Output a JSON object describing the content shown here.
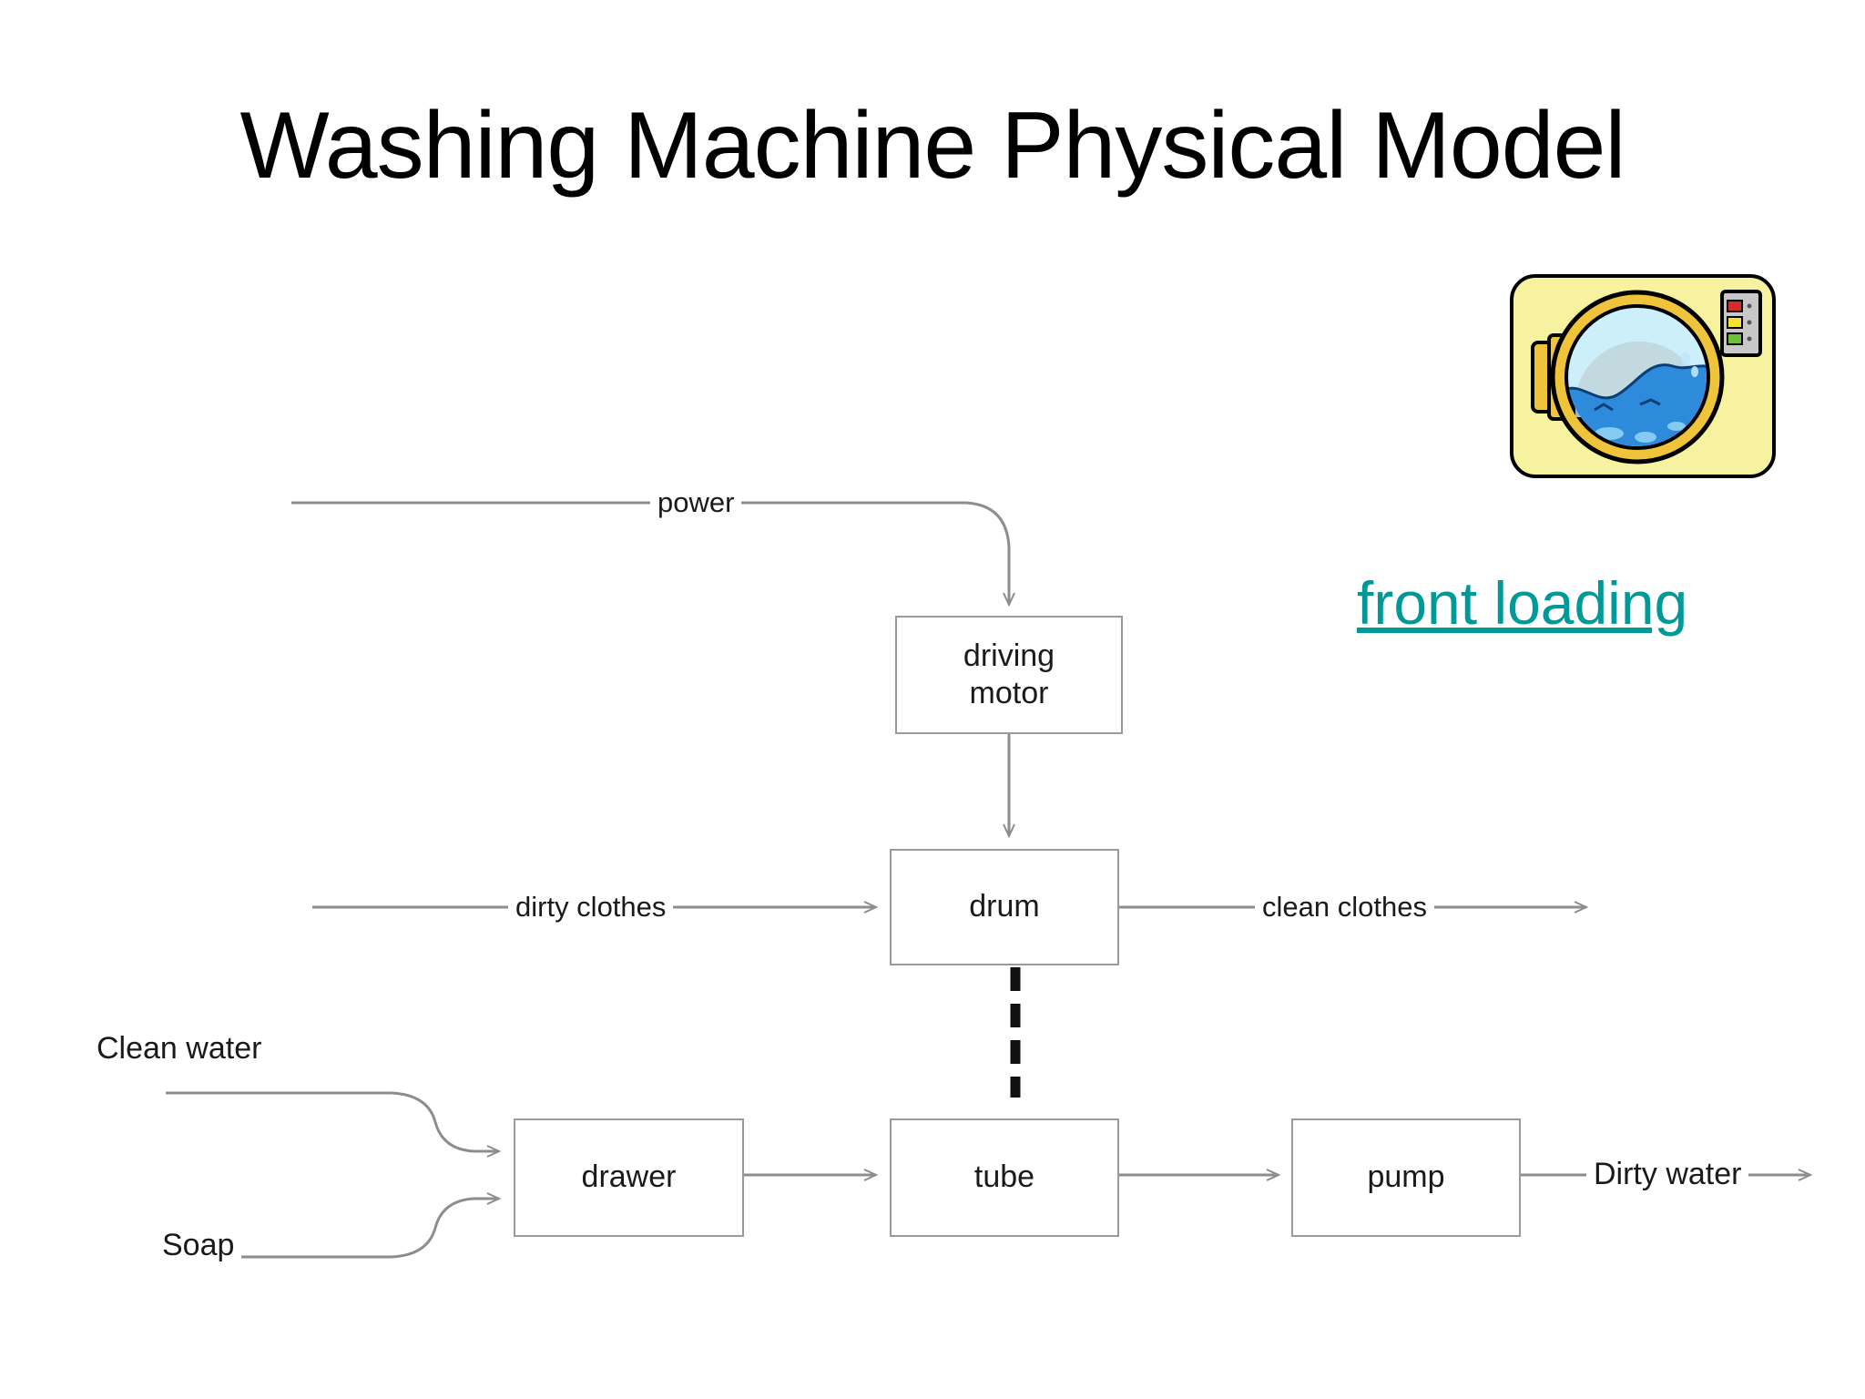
{
  "slide": {
    "title": "Washing Machine Physical Model",
    "background_color": "#ffffff",
    "text_color": "#000000"
  },
  "link": {
    "label": "front loading",
    "color": "#009999",
    "underlined": true
  },
  "machine_image": {
    "name": "front-loading-washing-machine-clipart",
    "body_color": "#f7f2a0",
    "door_rim_color": "#f0c43a",
    "window_top_color": "#cdeefb",
    "water_color": "#2e8bdc",
    "panel_color": "#c8c8c8",
    "lights": [
      "#d42c2c",
      "#f5e32a",
      "#6fbf3a"
    ]
  },
  "diagram": {
    "type": "block-flow-diagram",
    "line_color": "#9a9a9a",
    "dashed_link_color": "#000000",
    "nodes": [
      {
        "id": "driving-motor",
        "label": "driving\nmotor",
        "label_line1": "driving",
        "label_line2": "motor"
      },
      {
        "id": "drum",
        "label": "drum"
      },
      {
        "id": "drawer",
        "label": "drawer"
      },
      {
        "id": "tube",
        "label": "tube"
      },
      {
        "id": "pump",
        "label": "pump"
      }
    ],
    "edge_labels": [
      {
        "id": "power",
        "label": "power"
      },
      {
        "id": "dirty-clothes",
        "label": "dirty clothes"
      },
      {
        "id": "clean-clothes",
        "label": "clean clothes"
      },
      {
        "id": "clean-water",
        "label": "Clean water"
      },
      {
        "id": "soap",
        "label": "Soap"
      },
      {
        "id": "dirty-water",
        "label": "Dirty water"
      }
    ],
    "edges": [
      {
        "from": "power-source",
        "to": "driving-motor",
        "label": "power",
        "style": "solid-arrow"
      },
      {
        "from": "driving-motor",
        "to": "drum",
        "label": "",
        "style": "solid-arrow"
      },
      {
        "from": "dirty-clothes-input",
        "to": "drum",
        "label": "dirty clothes",
        "style": "solid-arrow"
      },
      {
        "from": "drum",
        "to": "clean-clothes-output",
        "label": "clean clothes",
        "style": "solid-arrow"
      },
      {
        "from": "drum",
        "to": "tube",
        "label": "",
        "style": "thick-dashed"
      },
      {
        "from": "clean-water-input",
        "to": "drawer",
        "label": "Clean water",
        "style": "curved-arrow"
      },
      {
        "from": "soap-input",
        "to": "drawer",
        "label": "Soap",
        "style": "curved-arrow"
      },
      {
        "from": "drawer",
        "to": "tube",
        "label": "",
        "style": "solid-arrow"
      },
      {
        "from": "tube",
        "to": "pump",
        "label": "",
        "style": "solid-arrow"
      },
      {
        "from": "pump",
        "to": "dirty-water-output",
        "label": "Dirty water",
        "style": "solid-arrow"
      }
    ]
  }
}
